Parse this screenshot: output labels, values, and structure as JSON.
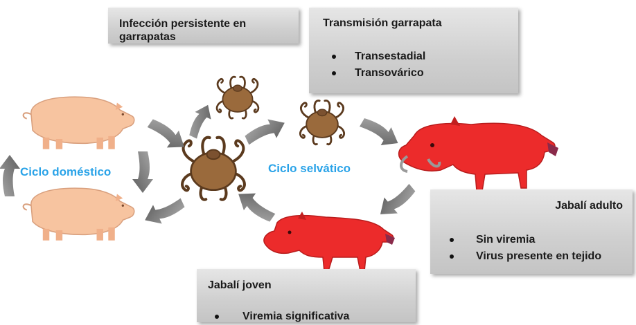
{
  "boxes": {
    "persistent_infection": {
      "title": "Infección persistente en garrapatas"
    },
    "tick_transmission": {
      "title": "Transmisión garrapata",
      "items": [
        "Transestadial",
        "Transovárico"
      ]
    },
    "adult_boar": {
      "title": "Jabalí adulto",
      "items": [
        "Sin viremia",
        "Virus presente en tejido"
      ]
    },
    "young_boar": {
      "title": "Jabalí joven",
      "items": [
        "Viremia significativa"
      ]
    }
  },
  "cycles": {
    "domestic": "Ciclo doméstico",
    "sylvatic": "Ciclo selvático"
  },
  "colors": {
    "pig": "#f7c4a0",
    "boar": "#ec2b2b",
    "tick": "#9a6a3c",
    "arrow": "#7a7a7a",
    "cycle_label": "#2aa3e8"
  }
}
